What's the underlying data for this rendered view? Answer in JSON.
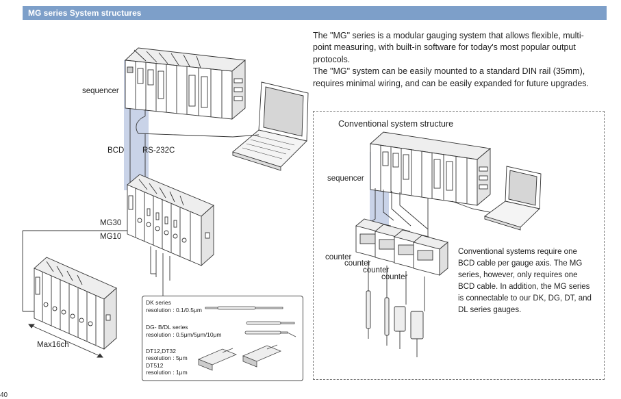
{
  "header": {
    "title": "MG series System structures"
  },
  "intro": {
    "p1": "The \"MG\" series is a modular gauging system that allows flexible, multi-point measuring, with built-in software for today's most popular output protocols.",
    "p2": "The \"MG\" system can be easily mounted to a standard DIN rail (35mm), requires minimal wiring, and can be easily expanded for future upgrades."
  },
  "main_diagram": {
    "sequencer_label": "sequencer",
    "bcd_label": "BCD",
    "rs232_label": "RS-232C",
    "mg30_label": "MG30",
    "mg10_label": "MG10",
    "max_label": "Max16ch"
  },
  "gauges": {
    "dk_name": "DK series",
    "dk_res": "resolution : 0.1/0.5μm",
    "dg_name": "DG- B/DL series",
    "dg_res": "resolution : 0.5μm/5μm/10μm",
    "dt_name": "DT12,DT32",
    "dt_res": "resolution : 5μm",
    "dt5_name": "DT512",
    "dt5_res": "resolution : 1μm"
  },
  "conventional": {
    "title": "Conventional system structure",
    "sequencer_label": "sequencer",
    "counter_labels": [
      "counter",
      "counter",
      "counter",
      "counter"
    ],
    "text": "Conventional systems require one BCD cable per gauge axis. The MG series, however, only requires one BCD cable. In addition, the MG series is connectable to our DK, DG, DT, and DL series gauges."
  },
  "page_number": "40",
  "colors": {
    "header_bg": "#7d9fc9",
    "highlight": "#c9d3e8"
  }
}
